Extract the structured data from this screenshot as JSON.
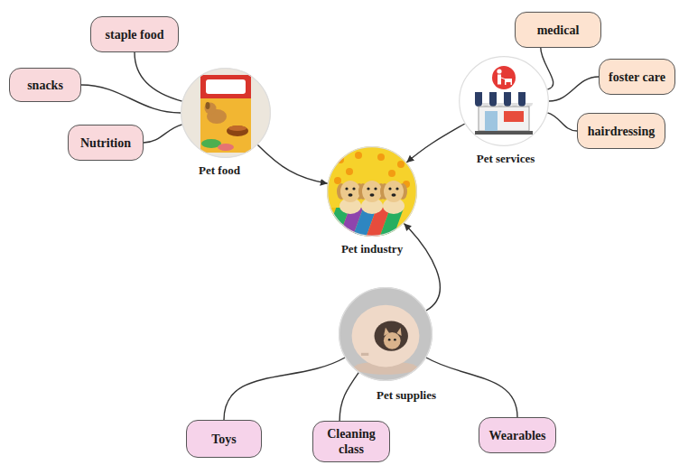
{
  "diagram": {
    "nodes": [
      {
        "text": [
          "staple food"
        ]
      },
      {
        "text": [
          "medical"
        ]
      },
      {
        "text": [
          "snacks"
        ]
      },
      {
        "text": [
          "foster care"
        ]
      },
      {
        "text": [
          "Pet food"
        ]
      },
      {
        "text": [
          "Pet services"
        ]
      },
      {
        "text": [
          "hairdressing"
        ]
      },
      {
        "text": [
          "Nutrition"
        ]
      },
      {
        "text": [
          "Pet industry"
        ]
      },
      {
        "text": [
          "Pet supplies"
        ]
      },
      {
        "text": [
          "Toys"
        ]
      },
      {
        "text": [
          "Cleaning class"
        ]
      },
      {
        "text": [
          "Wearables"
        ]
      }
    ],
    "edges": [
      {
        "from": 0,
        "to": 4,
        "arrow": "none"
      },
      {
        "from": 2,
        "to": 4,
        "arrow": "none"
      },
      {
        "from": 7,
        "to": 4,
        "arrow": "none"
      },
      {
        "from": 1,
        "to": 5,
        "arrow": "none"
      },
      {
        "from": 3,
        "to": 5,
        "arrow": "none"
      },
      {
        "from": 6,
        "to": 5,
        "arrow": "none"
      },
      {
        "from": 4,
        "to": 8,
        "arrow": "to"
      },
      {
        "from": 5,
        "to": 8,
        "arrow": "to"
      },
      {
        "from": 9,
        "to": 8,
        "arrow": "to"
      },
      {
        "from": 10,
        "to": 9,
        "arrow": "none"
      },
      {
        "from": 11,
        "to": 9,
        "arrow": "none"
      },
      {
        "from": 12,
        "to": 9,
        "arrow": "none"
      }
    ]
  }
}
